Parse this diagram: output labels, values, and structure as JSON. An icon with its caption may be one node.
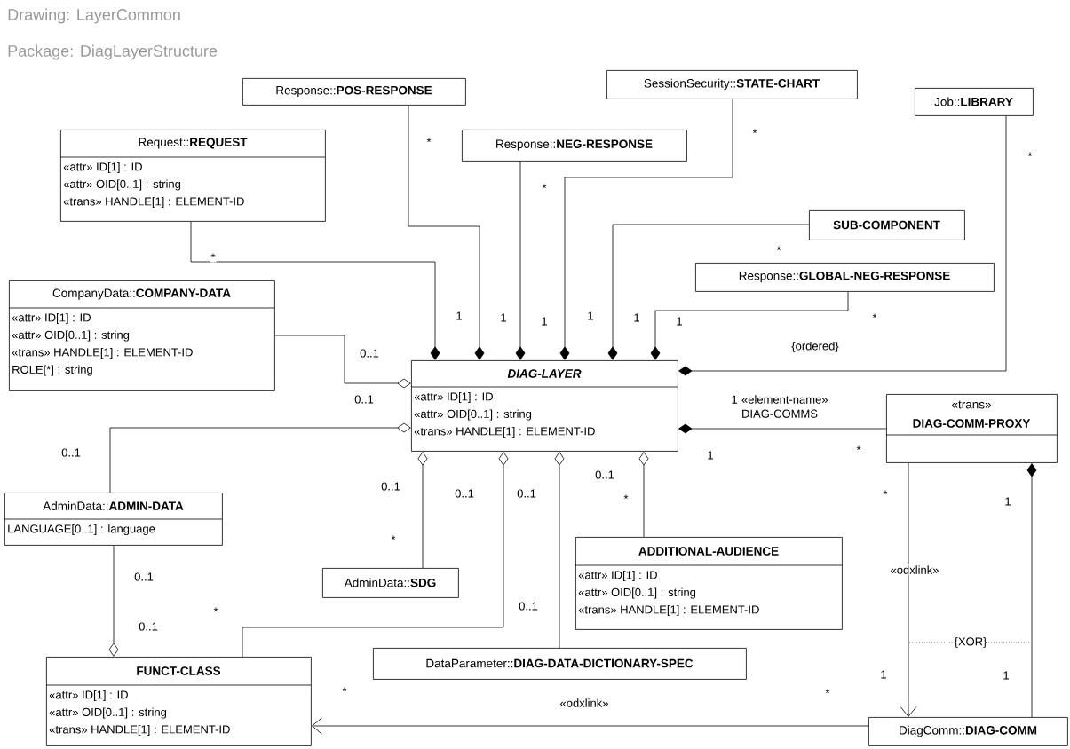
{
  "diagram": {
    "title": "Drawing: LayerCommon",
    "nodes": [
      {
        "text": [
          "Request::**REQUEST**",
          "«attr» ID[1] : ID",
          "«attr» OID[0..1] : string",
          "«trans» HANDLE[1] : ELEMENT-ID"
        ]
      },
      {
        "text": [
          "Response::**POS-RESPONSE**"
        ]
      },
      {
        "text": [
          "Response::**NEG-RESPONSE**"
        ]
      },
      {
        "text": [
          "SessionSecurity::**STATE-CHART**"
        ]
      },
      {
        "text": [
          "Job::**LIBRARY**"
        ]
      },
      {
        "text": [
          "SUB-COMPONENT"
        ]
      },
      {
        "text": [
          "Response::**GLOBAL-NEG-RESPONSE**"
        ]
      },
      {
        "text": [
          "CompanyData::**COMPANY-DATA**",
          "«attr» ID[1] : ID",
          "«attr» OID[0..1] : string",
          "«trans» HANDLE[1] : ELEMENT-ID",
          "ROLE[*] : string"
        ]
      },
      {
        "text": [
          "DIAG-LAYER",
          "«attr» ID[1] : ID",
          "«attr» OID[0..1] : string",
          "«trans» HANDLE[1] : ELEMENT-ID"
        ]
      },
      {
        "text": [
          "«trans»",
          "DIAG-COMM-PROXY"
        ]
      },
      {
        "text": [
          "AdminData::**ADMIN-DATA**",
          "LANGUAGE[0..1] : language"
        ]
      },
      {
        "text": [
          "AdminData::**SDG**"
        ]
      },
      {
        "text": [
          "ADDITIONAL-AUDIENCE",
          "«attr» ID[1] : ID",
          "«attr» OID[0..1] : string",
          "«trans» HANDLE[1] : ELEMENT-ID"
        ]
      },
      {
        "text": [
          "FUNCT-CLASS",
          "«attr» ID[1] : ID",
          "«attr» OID[0..1] : string",
          "«trans» HANDLE[1] : ELEMENT-ID"
        ]
      },
      {
        "text": [
          "DataParameter::**DIAG-DATA-DICTIONARY-SPEC**"
        ]
      },
      {
        "text": [
          "DiagComm::**DIAG-COMM**"
        ]
      }
    ],
    "edges": [
      {
        "from": 0,
        "to": 8,
        "arrow": "other"
      },
      {
        "from": 1,
        "to": 8,
        "arrow": "other"
      },
      {
        "from": 2,
        "to": 8,
        "arrow": "other"
      },
      {
        "from": 3,
        "to": 8,
        "arrow": "other"
      },
      {
        "from": 5,
        "to": 8,
        "arrow": "other"
      },
      {
        "from": 6,
        "to": 8,
        "arrow": "other"
      },
      {
        "from": 4,
        "to": 8,
        "arrow": "other",
        "label": "{ordered}"
      },
      {
        "from": 9,
        "to": 8,
        "arrow": "other",
        "label": "1 «element-name» DIAG-COMMS"
      },
      {
        "from": 7,
        "to": 8,
        "arrow": "other"
      },
      {
        "from": 10,
        "to": 8,
        "arrow": "other"
      },
      {
        "from": 11,
        "to": 8,
        "arrow": "other"
      },
      {
        "from": 13,
        "to": 8,
        "arrow": "other"
      },
      {
        "from": 14,
        "to": 8,
        "arrow": "other"
      },
      {
        "from": 12,
        "to": 8,
        "arrow": "other"
      },
      {
        "from": 15,
        "to": 13,
        "arrow": "to",
        "label": "«odxlink»"
      },
      {
        "from": 9,
        "to": 15,
        "arrow": "to",
        "label": "«odxlink»"
      },
      {
        "from": 15,
        "to": 9,
        "arrow": "other"
      },
      {
        "from": 10,
        "to": 13,
        "arrow": "other"
      }
    ],
    "labels": [
      "Package: DiagLayerStructure",
      "*",
      "*",
      "*",
      "*",
      "*",
      "*",
      "1",
      "1",
      "1",
      "1",
      "1",
      "1",
      "*",
      "0..1",
      "0..1",
      "1",
      "*",
      "*",
      "0..1",
      "0..1",
      "0..1",
      "0..1",
      "0..1",
      "*",
      "1",
      "*",
      "0..1",
      "*",
      "0..1",
      "0..1",
      "{XOR}",
      "1",
      "1",
      "*",
      "*"
    ]
  }
}
